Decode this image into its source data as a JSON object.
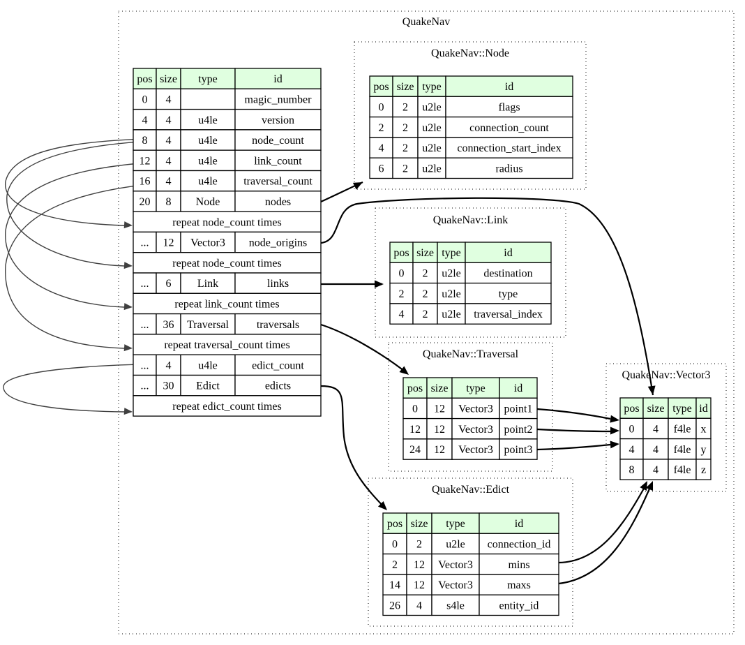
{
  "title": "QuakeNav",
  "columns": [
    "pos",
    "size",
    "type",
    "id"
  ],
  "main_table": {
    "rows": [
      {
        "pos": "0",
        "size": "4",
        "type": "",
        "id": "magic_number"
      },
      {
        "pos": "4",
        "size": "4",
        "type": "u4le",
        "id": "version"
      },
      {
        "pos": "8",
        "size": "4",
        "type": "u4le",
        "id": "node_count"
      },
      {
        "pos": "12",
        "size": "4",
        "type": "u4le",
        "id": "link_count"
      },
      {
        "pos": "16",
        "size": "4",
        "type": "u4le",
        "id": "traversal_count"
      },
      {
        "pos": "20",
        "size": "8",
        "type": "Node",
        "id": "nodes"
      },
      {
        "repeat": "repeat node_count times"
      },
      {
        "pos": "...",
        "size": "12",
        "type": "Vector3",
        "id": "node_origins"
      },
      {
        "repeat": "repeat node_count times"
      },
      {
        "pos": "...",
        "size": "6",
        "type": "Link",
        "id": "links"
      },
      {
        "repeat": "repeat link_count times"
      },
      {
        "pos": "...",
        "size": "36",
        "type": "Traversal",
        "id": "traversals"
      },
      {
        "repeat": "repeat traversal_count times"
      },
      {
        "pos": "...",
        "size": "4",
        "type": "u4le",
        "id": "edict_count"
      },
      {
        "pos": "...",
        "size": "30",
        "type": "Edict",
        "id": "edicts"
      },
      {
        "repeat": "repeat edict_count times"
      }
    ]
  },
  "subtypes": [
    {
      "key": "node",
      "title": "QuakeNav::Node",
      "rows": [
        {
          "pos": "0",
          "size": "2",
          "type": "u2le",
          "id": "flags"
        },
        {
          "pos": "2",
          "size": "2",
          "type": "u2le",
          "id": "connection_count"
        },
        {
          "pos": "4",
          "size": "2",
          "type": "u2le",
          "id": "connection_start_index"
        },
        {
          "pos": "6",
          "size": "2",
          "type": "u2le",
          "id": "radius"
        }
      ]
    },
    {
      "key": "link",
      "title": "QuakeNav::Link",
      "rows": [
        {
          "pos": "0",
          "size": "2",
          "type": "u2le",
          "id": "destination"
        },
        {
          "pos": "2",
          "size": "2",
          "type": "u2le",
          "id": "type"
        },
        {
          "pos": "4",
          "size": "2",
          "type": "u2le",
          "id": "traversal_index"
        }
      ]
    },
    {
      "key": "traversal",
      "title": "QuakeNav::Traversal",
      "rows": [
        {
          "pos": "0",
          "size": "12",
          "type": "Vector3",
          "id": "point1"
        },
        {
          "pos": "12",
          "size": "12",
          "type": "Vector3",
          "id": "point2"
        },
        {
          "pos": "24",
          "size": "12",
          "type": "Vector3",
          "id": "point3"
        }
      ]
    },
    {
      "key": "edict",
      "title": "QuakeNav::Edict",
      "rows": [
        {
          "pos": "0",
          "size": "2",
          "type": "u2le",
          "id": "connection_id"
        },
        {
          "pos": "2",
          "size": "12",
          "type": "Vector3",
          "id": "mins"
        },
        {
          "pos": "14",
          "size": "12",
          "type": "Vector3",
          "id": "maxs"
        },
        {
          "pos": "26",
          "size": "4",
          "type": "s4le",
          "id": "entity_id"
        }
      ]
    },
    {
      "key": "vector3",
      "title": "QuakeNav::Vector3",
      "rows": [
        {
          "pos": "0",
          "size": "4",
          "type": "f4le",
          "id": "x"
        },
        {
          "pos": "4",
          "size": "4",
          "type": "f4le",
          "id": "y"
        },
        {
          "pos": "8",
          "size": "4",
          "type": "f4le",
          "id": "z"
        }
      ]
    }
  ],
  "type_edges": [
    {
      "from": "main.nodes",
      "to": "node"
    },
    {
      "from": "main.node_origins",
      "to": "vector3"
    },
    {
      "from": "main.links",
      "to": "link"
    },
    {
      "from": "main.traversals",
      "to": "traversal"
    },
    {
      "from": "main.edicts",
      "to": "edict"
    },
    {
      "from": "traversal.point1",
      "to": "vector3"
    },
    {
      "from": "traversal.point2",
      "to": "vector3"
    },
    {
      "from": "traversal.point3",
      "to": "vector3"
    },
    {
      "from": "edict.mins",
      "to": "vector3"
    },
    {
      "from": "edict.maxs",
      "to": "vector3"
    }
  ],
  "repeat_edges": [
    {
      "from": "node_count",
      "to_repeat_index": 6
    },
    {
      "from": "node_count",
      "to_repeat_index": 8
    },
    {
      "from": "link_count",
      "to_repeat_index": 10
    },
    {
      "from": "traversal_count",
      "to_repeat_index": 12
    },
    {
      "from": "edict_count",
      "to_repeat_index": 15
    }
  ],
  "colors": {
    "header_bg": "#e0ffe0",
    "edge": "#000000",
    "repeat_edge": "#404040"
  }
}
